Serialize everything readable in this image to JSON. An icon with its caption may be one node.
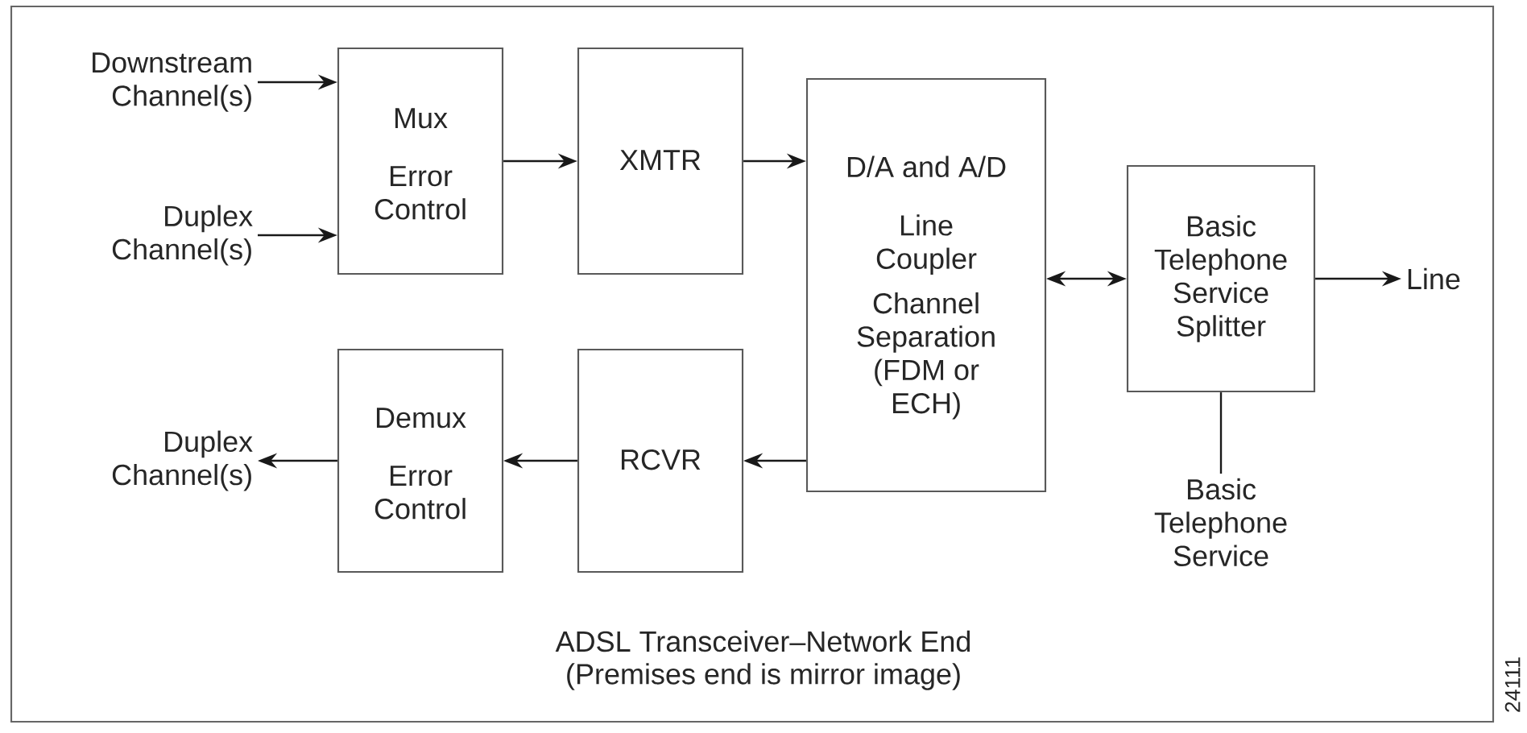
{
  "diagram": {
    "nodes": [
      {
        "text": [
          "Downstream Channel(s)"
        ]
      },
      {
        "text": [
          "Duplex Channel(s)"
        ]
      },
      {
        "text": [
          "Mux",
          "Error Control"
        ]
      },
      {
        "text": [
          "XMTR"
        ]
      },
      {
        "text": [
          "D/A and A/D",
          "Line Coupler",
          "Channel Separation (FDM or ECH)"
        ]
      },
      {
        "text": [
          "Basic Telephone Service Splitter"
        ]
      },
      {
        "text": [
          "Line"
        ]
      },
      {
        "text": [
          "Basic Telephone Service"
        ]
      },
      {
        "text": [
          "Demux",
          "Error Control"
        ]
      },
      {
        "text": [
          "RCVR"
        ]
      },
      {
        "text": [
          "Duplex Channel(s)"
        ]
      }
    ],
    "edges": [
      {
        "from": 0,
        "to": 2,
        "arrow": "to"
      },
      {
        "from": 1,
        "to": 2,
        "arrow": "to"
      },
      {
        "from": 2,
        "to": 3,
        "arrow": "to"
      },
      {
        "from": 3,
        "to": 4,
        "arrow": "to"
      },
      {
        "from": 4,
        "to": 5,
        "arrow": "both"
      },
      {
        "from": 5,
        "to": 6,
        "arrow": "to"
      },
      {
        "from": 5,
        "to": 7,
        "arrow": "none"
      },
      {
        "from": 4,
        "to": 9,
        "arrow": "to"
      },
      {
        "from": 9,
        "to": 8,
        "arrow": "to"
      },
      {
        "from": 8,
        "to": 10,
        "arrow": "to"
      }
    ],
    "labels": [
      "ADSL Transceiver–Network End",
      "(Premises end is mirror image)",
      "24111"
    ]
  }
}
